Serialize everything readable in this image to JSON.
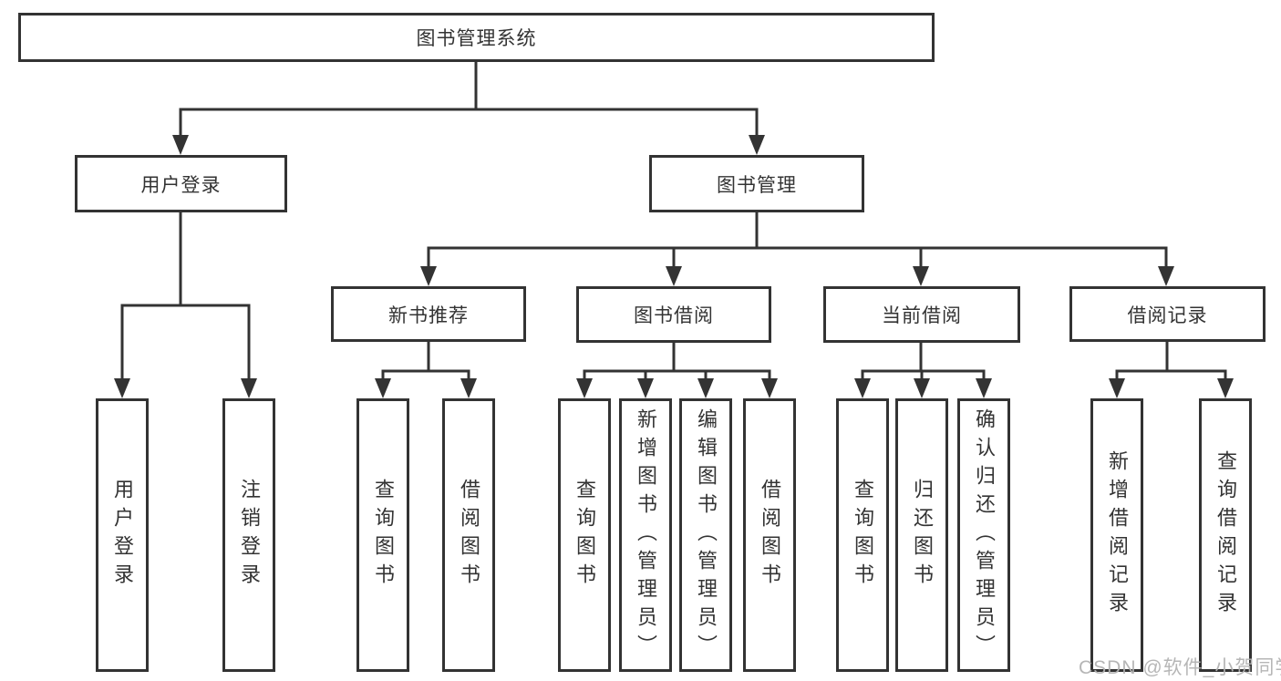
{
  "nodes": {
    "root": {
      "label": "图书管理系统"
    },
    "branches": [
      {
        "label": "用户登录"
      },
      {
        "label": "图书管理"
      }
    ],
    "groups": [
      {
        "label": "新书推荐",
        "parent": "图书管理"
      },
      {
        "label": "图书借阅",
        "parent": "图书管理"
      },
      {
        "label": "当前借阅",
        "parent": "图书管理"
      },
      {
        "label": "借阅记录",
        "parent": "图书管理"
      }
    ],
    "leaves": [
      {
        "label": "用户登录",
        "parent": "用户登录"
      },
      {
        "label": "注销登录",
        "parent": "用户登录"
      },
      {
        "label": "查询图书",
        "parent": "新书推荐"
      },
      {
        "label": "借阅图书",
        "parent": "新书推荐"
      },
      {
        "label": "查询图书",
        "parent": "图书借阅"
      },
      {
        "label": "新增图书（管理员）",
        "parent": "图书借阅"
      },
      {
        "label": "编辑图书（管理员）",
        "parent": "图书借阅"
      },
      {
        "label": "借阅图书",
        "parent": "图书借阅"
      },
      {
        "label": "查询图书",
        "parent": "当前借阅"
      },
      {
        "label": "归还图书",
        "parent": "当前借阅"
      },
      {
        "label": "确认归还（管理员）",
        "parent": "当前借阅"
      },
      {
        "label": "新增借阅记录",
        "parent": "借阅记录"
      },
      {
        "label": "查询借阅记录",
        "parent": "借阅记录"
      }
    ]
  },
  "watermark": {
    "text": "CSDN @软件_小贺同学"
  },
  "colors": {
    "line": "#333333",
    "text": "#333333",
    "box_background": "#ffffff",
    "background": "#ffffff",
    "watermark": "#b3b3b3"
  }
}
